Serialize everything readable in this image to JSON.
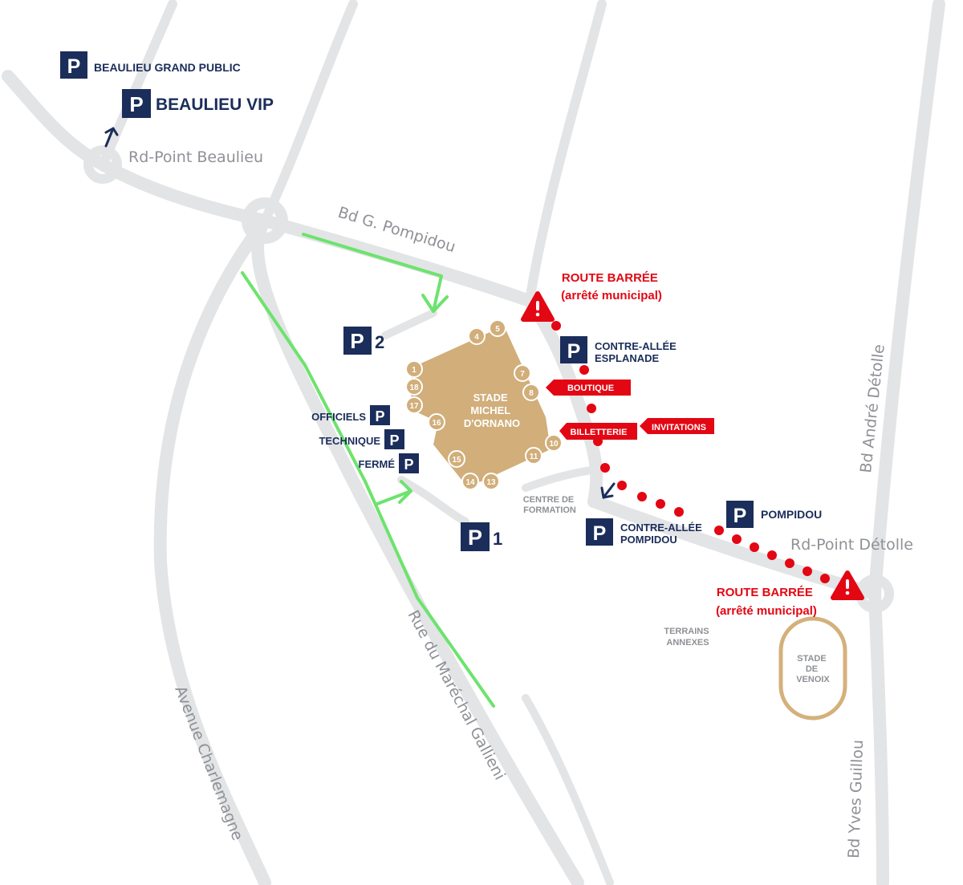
{
  "colors": {
    "road": "#e3e4e6",
    "road_label": "#8f9196",
    "navy": "#1b2d5a",
    "stadium": "#d1ae7a",
    "alert_red": "#e30613",
    "access_green": "#6de36d",
    "venoix_ring": "#d4b17c"
  },
  "roads": {
    "bd_pompidou": "Bd G. Pompidou",
    "rd_point_beaulieu": "Rd-Point Beaulieu",
    "rd_point_detolle": "Rd-Point Détolle",
    "bd_andre_detolle": "Bd André Détolle",
    "bd_yves_guillou": "Bd Yves Guillou",
    "avenue_charlemagne": "Avenue Charlemagne",
    "rue_gallieni": "Rue du Maréchal Gallieni"
  },
  "parking_icon_letter": "P",
  "parkings": {
    "beaulieu_grand_public": "BEAULIEU GRAND PUBLIC",
    "beaulieu_vip": "BEAULIEU VIP",
    "p2_number": "2",
    "p1_number": "1",
    "contre_allee_esplanade_1": "CONTRE-ALLÉE",
    "contre_allee_esplanade_2": "ESPLANADE",
    "officiels": "OFFICIELS",
    "technique": "TECHNIQUE",
    "ferme": "FERMÉ",
    "pompidou": "POMPIDOU",
    "contre_allee_pompidou_1": "CONTRE-ALLÉE",
    "contre_allee_pompidou_2": "POMPIDOU"
  },
  "stadium": {
    "name_1": "STADE",
    "name_2": "MICHEL",
    "name_3": "D'ORNANO",
    "gates": [
      "1",
      "4",
      "5",
      "7",
      "8",
      "10",
      "11",
      "13",
      "14",
      "15",
      "16",
      "17",
      "18"
    ]
  },
  "services": {
    "boutique": "BOUTIQUE",
    "billetterie": "BILLETTERIE",
    "invitations": "INVITATIONS"
  },
  "closures": {
    "title": "ROUTE BARRÉE",
    "subtitle": "(arrêté municipal)"
  },
  "places": {
    "centre_formation_1": "CENTRE DE",
    "centre_formation_2": "FORMATION",
    "terrains_annexes_1": "TERRAINS",
    "terrains_annexes_2": "ANNEXES",
    "stade_venoix_1": "STADE",
    "stade_venoix_2": "DE",
    "stade_venoix_3": "VENOIX"
  }
}
